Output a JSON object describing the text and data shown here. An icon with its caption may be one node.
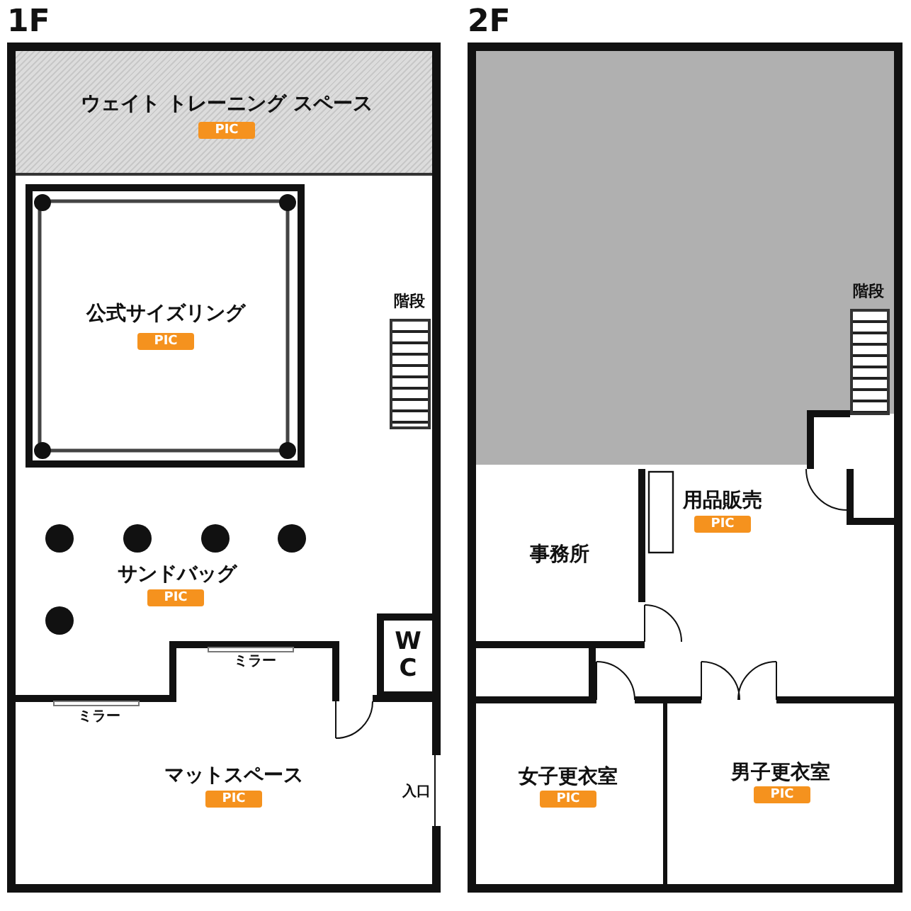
{
  "diagram": {
    "nodes": [
      {
        "text": [
          "1F"
        ]
      },
      {
        "text": [
          "ウェイト トレーニング スペース"
        ],
        "in": 0
      },
      {
        "text": [
          "PIC"
        ],
        "in": 1
      },
      {
        "text": [
          "公式サイズリング"
        ],
        "in": 0
      },
      {
        "text": [
          "PIC"
        ],
        "in": 3
      },
      {
        "text": [
          "階段"
        ],
        "in": 0
      },
      {
        "text": [
          "PIC"
        ],
        "in": 0
      },
      {
        "text": [
          "W C"
        ],
        "in": 0
      },
      {
        "text": [
          "マットスペース"
        ],
        "in": 0
      },
      {
        "text": [
          "PIC"
        ],
        "in": 8
      },
      {
        "text": [
          "2F"
        ]
      },
      {
        "text": [
          "階段"
        ],
        "in": 10
      },
      {
        "text": [
          "事務所"
        ],
        "in": 10
      },
      {
        "text": [
          "用品販売"
        ],
        "in": 10
      },
      {
        "text": [
          "PIC"
        ],
        "in": 13
      },
      {
        "text": [
          "女子更衣室"
        ],
        "in": 10
      },
      {
        "text": [
          "PIC"
        ],
        "in": 15
      },
      {
        "text": [
          "男子更衣室"
        ],
        "in": 10
      },
      {
        "text": [
          "PIC"
        ],
        "in": 17
      }
    ],
    "labels": [
      "サンドバッグ",
      "ミラー",
      "ミラー",
      "入口"
    ]
  }
}
